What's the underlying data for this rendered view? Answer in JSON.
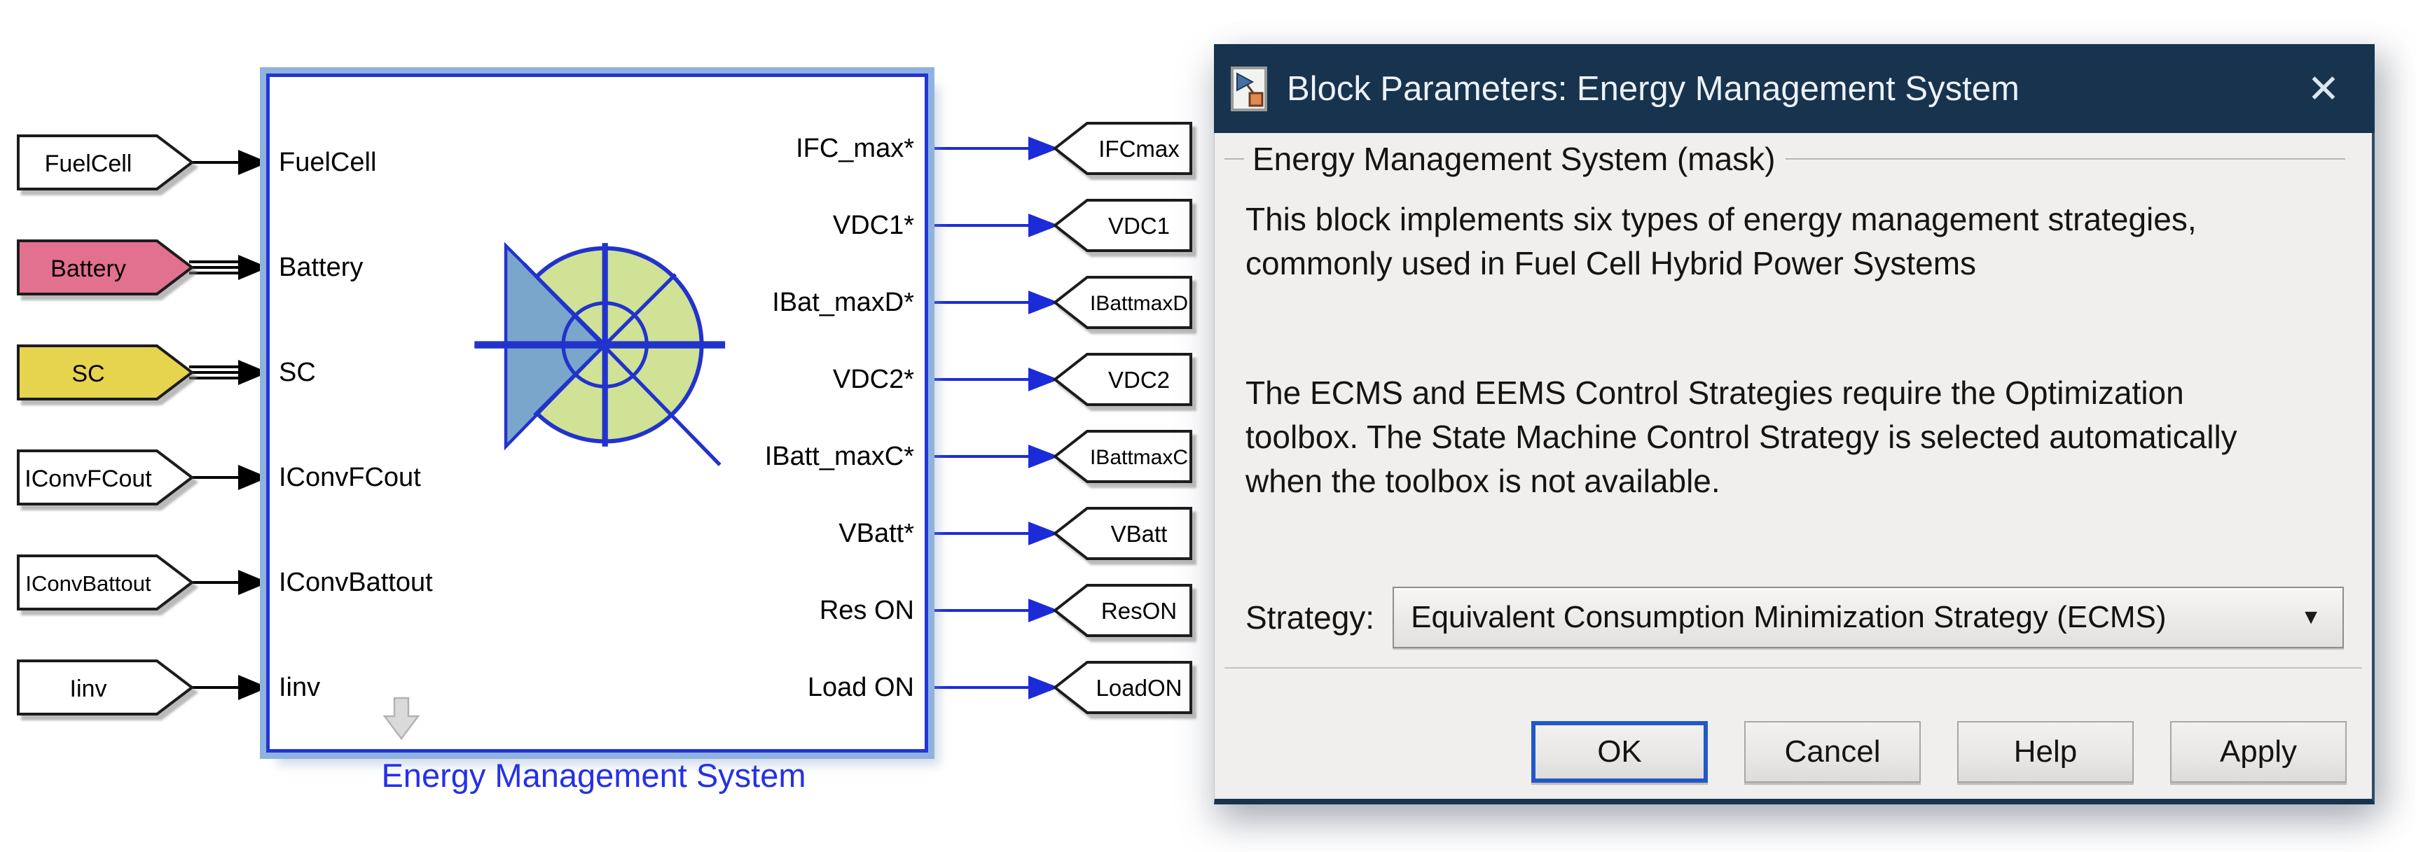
{
  "diagram": {
    "block_name": "Energy Management System",
    "inputs": [
      {
        "port": "FuelCell",
        "tag": "FuelCell",
        "color": "#ffffff",
        "connection": "single"
      },
      {
        "port": "Battery",
        "tag": "Battery",
        "color": "#e2708f",
        "connection": "bus"
      },
      {
        "port": "SC",
        "tag": "SC",
        "color": "#e7d44e",
        "connection": "bus"
      },
      {
        "port": "IConvFCout",
        "tag": "IConvFCout",
        "color": "#ffffff",
        "connection": "single"
      },
      {
        "port": "IConvBattout",
        "tag": "IConvBattout",
        "color": "#ffffff",
        "connection": "single"
      },
      {
        "port": "Iinv",
        "tag": "Iinv",
        "color": "#ffffff",
        "connection": "single"
      }
    ],
    "outputs": [
      {
        "port": "IFC_max*",
        "tag": "IFCmax"
      },
      {
        "port": "VDC1*",
        "tag": "VDC1"
      },
      {
        "port": "IBat_maxD*",
        "tag": "IBattmaxD"
      },
      {
        "port": "VDC2*",
        "tag": "VDC2"
      },
      {
        "port": "IBatt_maxC*",
        "tag": "IBattmaxC"
      },
      {
        "port": "VBatt*",
        "tag": "VBatt"
      },
      {
        "port": "Res ON",
        "tag": "ResON"
      },
      {
        "port": "Load ON",
        "tag": "LoadON"
      }
    ]
  },
  "dialog": {
    "title": "Block Parameters: Energy Management System",
    "mask_title": "Energy Management System (mask)",
    "description1": [
      "This block implements six types of energy management strategies,",
      "commonly used in Fuel Cell Hybrid Power Systems"
    ],
    "description2": [
      "The ECMS and EEMS Control Strategies require the Optimization",
      "toolbox. The State Machine Control Strategy is selected automatically",
      "when the toolbox is not available."
    ],
    "strategy_label": "Strategy:",
    "strategy_value": "Equivalent Consumption Minimization Strategy (ECMS)",
    "buttons": {
      "ok": "OK",
      "cancel": "Cancel",
      "help": "Help",
      "apply": "Apply"
    }
  },
  "icons": {
    "close": "✕",
    "dropdown_arrow": "▼"
  },
  "colors": {
    "titlebar": "#17334e",
    "dialog_body": "#f0efed",
    "block_border": "#2135d6",
    "selection_halo": "#8fb3de",
    "signal_wire_blue": "#1c2bd8",
    "signal_wire_black": "#000000",
    "battery_tag": "#e2708f",
    "sc_tag": "#e7d44e",
    "icon_green": "#cfe295",
    "icon_steel_blue": "#7aa6cc",
    "icon_line_blue": "#2233cc",
    "ok_focus_border": "#2258c8",
    "block_label_blue": "#2431e8"
  }
}
